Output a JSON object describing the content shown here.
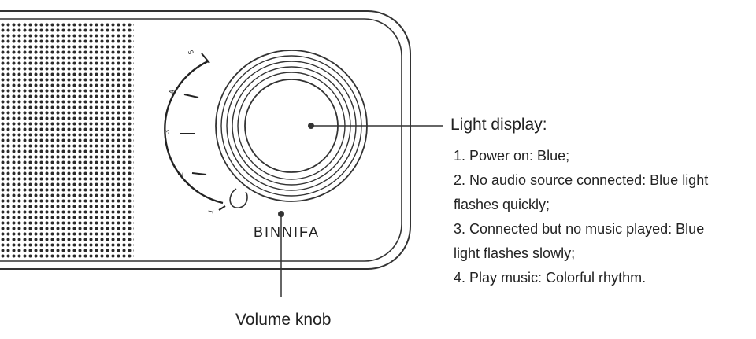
{
  "brand": "BINNIFA",
  "volume_scale": [
    "1",
    "2",
    "3",
    "4",
    "5"
  ],
  "light_display": {
    "title": "Light display:",
    "lines": [
      "1. Power on: Blue;",
      "2. No audio source connected: Blue light",
      "flashes quickly;",
      "3. Connected but no music played: Blue",
      "light flashes slowly;",
      "4. Play music: Colorful rhythm."
    ]
  },
  "volume_knob_label": "Volume knob",
  "colors": {
    "line": "#333333",
    "dots": "#2a2a2a",
    "background": "#ffffff"
  }
}
